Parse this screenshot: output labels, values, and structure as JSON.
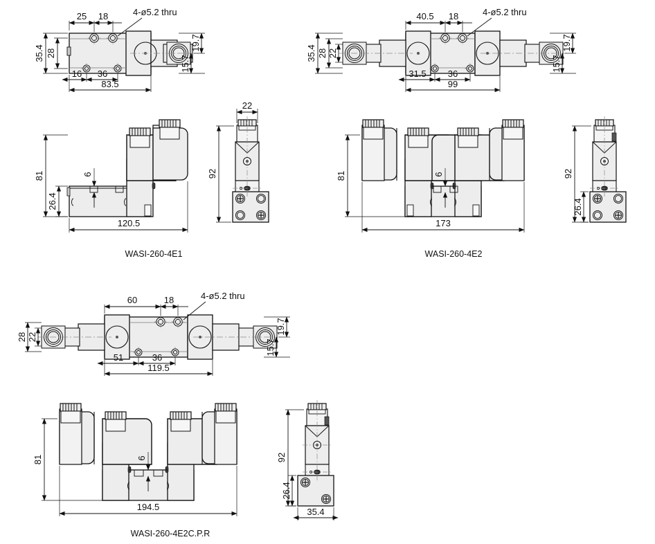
{
  "document": {
    "type": "engineering-dimension-drawing",
    "subject": "WASI-260 series solenoid valve manifolds",
    "units": "mm",
    "line_colors": {
      "outline": "#1a1a1a",
      "dimension": "#1a1a1a",
      "centerline": "#808080",
      "fill_body": "#ededed",
      "fill_light": "#f6f6f6",
      "fill_dark": "#d9d9d9"
    }
  },
  "views": [
    {
      "id": "v1",
      "caption": "WASI-260-4E1",
      "top_view": {
        "note": "4-ø5.2 thru",
        "top_dims": [
          "25",
          "18"
        ],
        "bottom_dims": [
          "16",
          "36"
        ],
        "overall_length": "83.5",
        "left_dims": [
          "35.4",
          "28"
        ],
        "right_dims": [
          "19.7",
          "15.7"
        ]
      },
      "front_view": {
        "height_overall": "81",
        "height_base": "26.4",
        "slot_depth": "6",
        "overall_length": "120.5"
      },
      "side_view": {
        "width": "22",
        "height": "92"
      }
    },
    {
      "id": "v2",
      "caption": "WASI-260-4E2",
      "top_view": {
        "note": "4-ø5.2 thru",
        "top_dims": [
          "40.5",
          "18"
        ],
        "bottom_dims": [
          "31.5",
          "36"
        ],
        "overall_length": "99",
        "left_dims": [
          "35.4",
          "28",
          "22"
        ],
        "right_dims": [
          "19.7",
          "15.7"
        ]
      },
      "front_view": {
        "height_overall": "81",
        "slot_depth": "6",
        "overall_length": "173"
      },
      "side_view": {
        "height": "92",
        "height_base": "26.4"
      }
    },
    {
      "id": "v3",
      "caption": "WASI-260-4E2C.P.R",
      "top_view": {
        "note": "4-ø5.2 thru",
        "top_dims": [
          "60",
          "18"
        ],
        "bottom_dims": [
          "51",
          "36"
        ],
        "overall_length": "119.5",
        "left_dims": [
          "28",
          "22"
        ],
        "right_dims": [
          "19.7",
          "15.7"
        ]
      },
      "front_view": {
        "height_overall": "81",
        "slot_depth": "6",
        "overall_length": "194.5"
      },
      "side_view": {
        "height": "92",
        "height_base": "26.4",
        "width": "35.4"
      }
    }
  ],
  "labels": {
    "thru_hole_note": "4-ø5.2 thru",
    "v1_caption": "WASI-260-4E1",
    "v2_caption": "WASI-260-4E2",
    "v3_caption": "WASI-260-4E2C.P.R",
    "v1_t_25": "25",
    "v1_t_18": "18",
    "v1_b_16": "16",
    "v1_b_36": "36",
    "v1_len": "83.5",
    "v1_l_354": "35.4",
    "v1_l_28": "28",
    "v1_r_197": "19.7",
    "v1_r_157": "15.7",
    "v1_f_81": "81",
    "v1_f_264": "26.4",
    "v1_f_6": "6",
    "v1_f_len": "120.5",
    "v1_s_22": "22",
    "v1_s_92": "92",
    "v2_t_405": "40.5",
    "v2_t_18": "18",
    "v2_b_315": "31.5",
    "v2_b_36": "36",
    "v2_len": "99",
    "v2_l_354": "35.4",
    "v2_l_28": "28",
    "v2_l_22": "22",
    "v2_r_197": "19.7",
    "v2_r_157": "15.7",
    "v2_f_81": "81",
    "v2_f_6": "6",
    "v2_f_len": "173",
    "v2_s_92": "92",
    "v2_s_264": "26.4",
    "v3_t_60": "60",
    "v3_t_18": "18",
    "v3_b_51": "51",
    "v3_b_36": "36",
    "v3_len": "119.5",
    "v3_l_28": "28",
    "v3_l_22": "22",
    "v3_r_197": "19.7",
    "v3_r_157": "15.7",
    "v3_f_81": "81",
    "v3_f_6": "6",
    "v3_f_len": "194.5",
    "v3_s_92": "92",
    "v3_s_264": "26.4",
    "v3_s_354": "35.4"
  }
}
